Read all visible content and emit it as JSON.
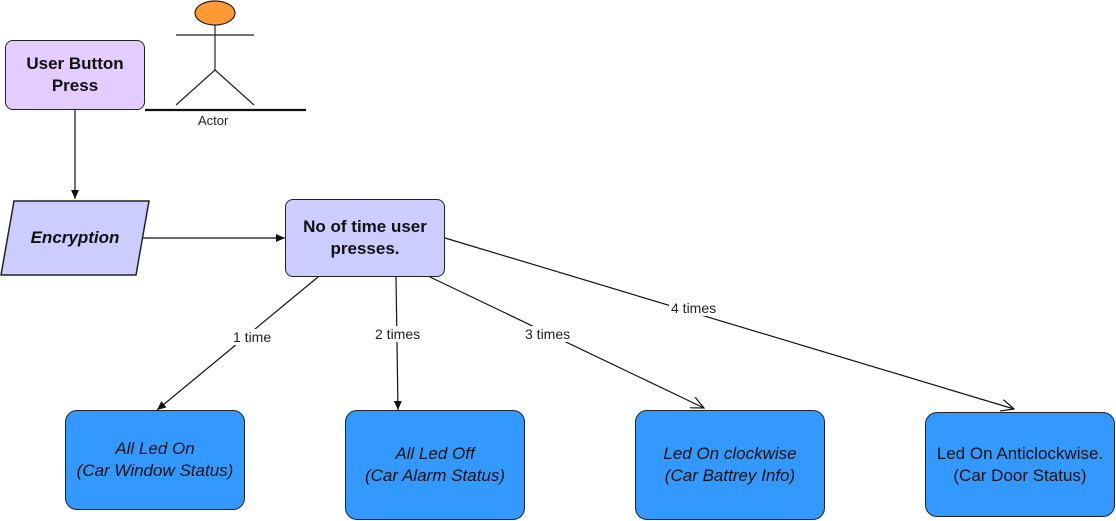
{
  "nodes": {
    "user_button_press": "User Button\nPress",
    "encryption": "Encryption",
    "no_of_times": "No of time user\npresses.",
    "all_led_on": "All Led On\n(Car Window Status)",
    "all_led_off": "All Led Off\n(Car Alarm Status)",
    "led_clockwise": "Led On clockwise\n(Car Battrey Info)",
    "led_anticlockwise": "Led On Anticlockwise.\n(Car Door Status)"
  },
  "actor": {
    "label": "Actor",
    "head_color": "#ff9933"
  },
  "edge_labels": {
    "one": "1 time",
    "two": "2 times",
    "three": "3 times",
    "four": "4 times"
  },
  "colors": {
    "user_press_fill": "#e5ccff",
    "process_fill": "#ccccff",
    "output_fill": "#3399ff"
  }
}
